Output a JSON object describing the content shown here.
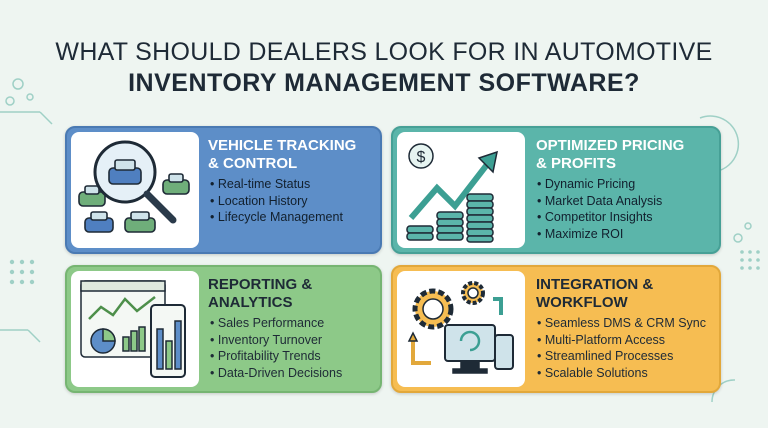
{
  "title_line1": "WHAT SHOULD DEALERS LOOK FOR IN AUTOMOTIVE",
  "title_line2": "INVENTORY MANAGEMENT SOFTWARE?",
  "cards": [
    {
      "heading": "VEHICLE TRACKING & CONTROL",
      "heading_lines": [
        "VEHICLE TRACKING",
        "& CONTROL"
      ],
      "items": [
        "Real-time Status",
        "Location History",
        "Lifecycle Management"
      ],
      "icon": "magnifier-over-cars-icon",
      "color": "#5d8ec8"
    },
    {
      "heading": "OPTIMIZED PRICING & PROFITS",
      "heading_lines": [
        "OPTIMIZED PRICING",
        "& PROFITS"
      ],
      "items": [
        "Dynamic Pricing",
        "Market Data Analysis",
        "Competitor Insights",
        "Maximize ROI"
      ],
      "icon": "coin-stacks-rising-arrow-icon",
      "color": "#5bb5aa"
    },
    {
      "heading": "REPORTING & ANALYTICS",
      "heading_lines": [
        "REPORTING &",
        "ANALYTICS"
      ],
      "items": [
        "Sales Performance",
        "Inventory Turnover",
        "Profitability Trends",
        "Data-Driven Decisions"
      ],
      "icon": "dashboard-charts-icon",
      "color": "#8dc988"
    },
    {
      "heading": "INTEGRATION & WORKFLOW",
      "heading_lines": [
        "INTEGRATION &",
        "WORKFLOW"
      ],
      "items": [
        "Seamless DMS & CRM Sync",
        "Multi-Platform Access",
        "Streamlined Processes",
        "Scalable Solutions"
      ],
      "icon": "gears-devices-sync-icon",
      "color": "#f6bd52"
    }
  ]
}
